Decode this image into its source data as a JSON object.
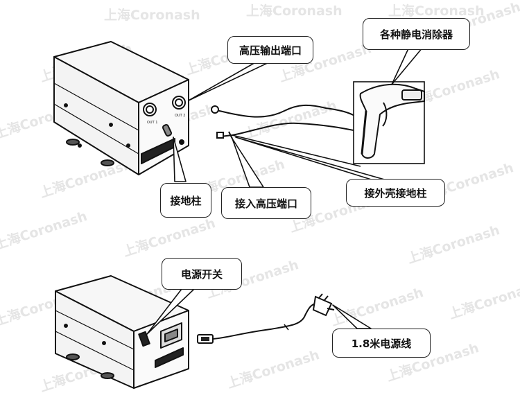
{
  "callouts": {
    "hv_output_port": "高压输出端口",
    "eliminators": "各种静电消除器",
    "ground_post": "接地柱",
    "hv_input_port": "接入高压端口",
    "shell_ground_post": "接外壳接地柱",
    "power_switch": "电源开关",
    "power_cord": "1.8米电源线"
  },
  "watermark": "上海Coronash"
}
